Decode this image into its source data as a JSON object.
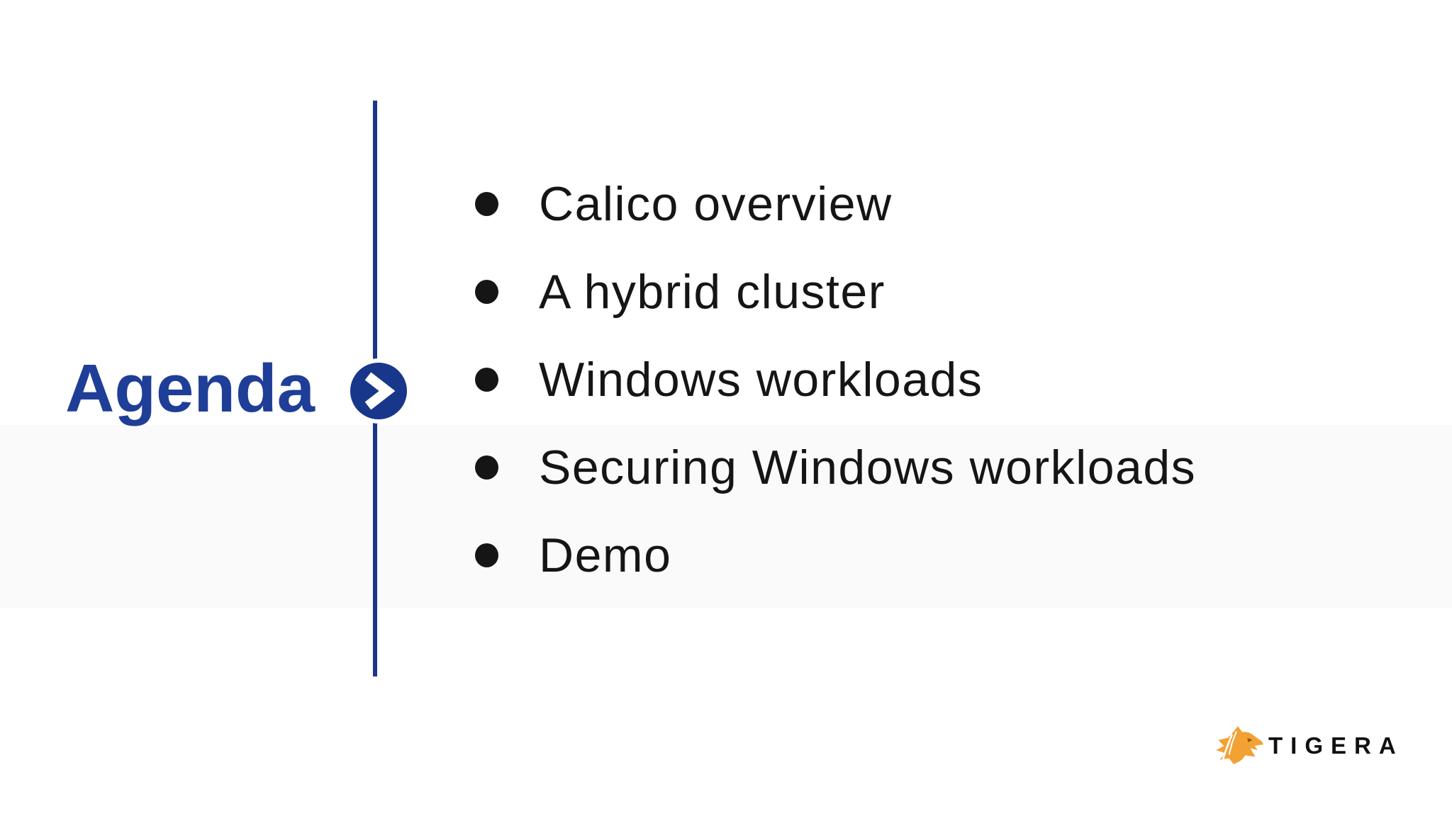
{
  "slide": {
    "title": "Agenda",
    "agenda_items": [
      "Calico overview",
      "A hybrid cluster",
      "Windows workloads",
      "Securing Windows workloads",
      "Demo"
    ],
    "brand": {
      "name": "TIGERA"
    },
    "colors": {
      "accent_blue": "#1f3e97",
      "deep_blue": "#18368a",
      "bullet_black": "#151515",
      "brand_orange": "#F1A233",
      "brand_black": "#111111",
      "band_gray": "#fafafa"
    },
    "icons": {
      "chevron_right": "❯",
      "bullet": "●",
      "tiger": "tigera-tiger"
    }
  }
}
